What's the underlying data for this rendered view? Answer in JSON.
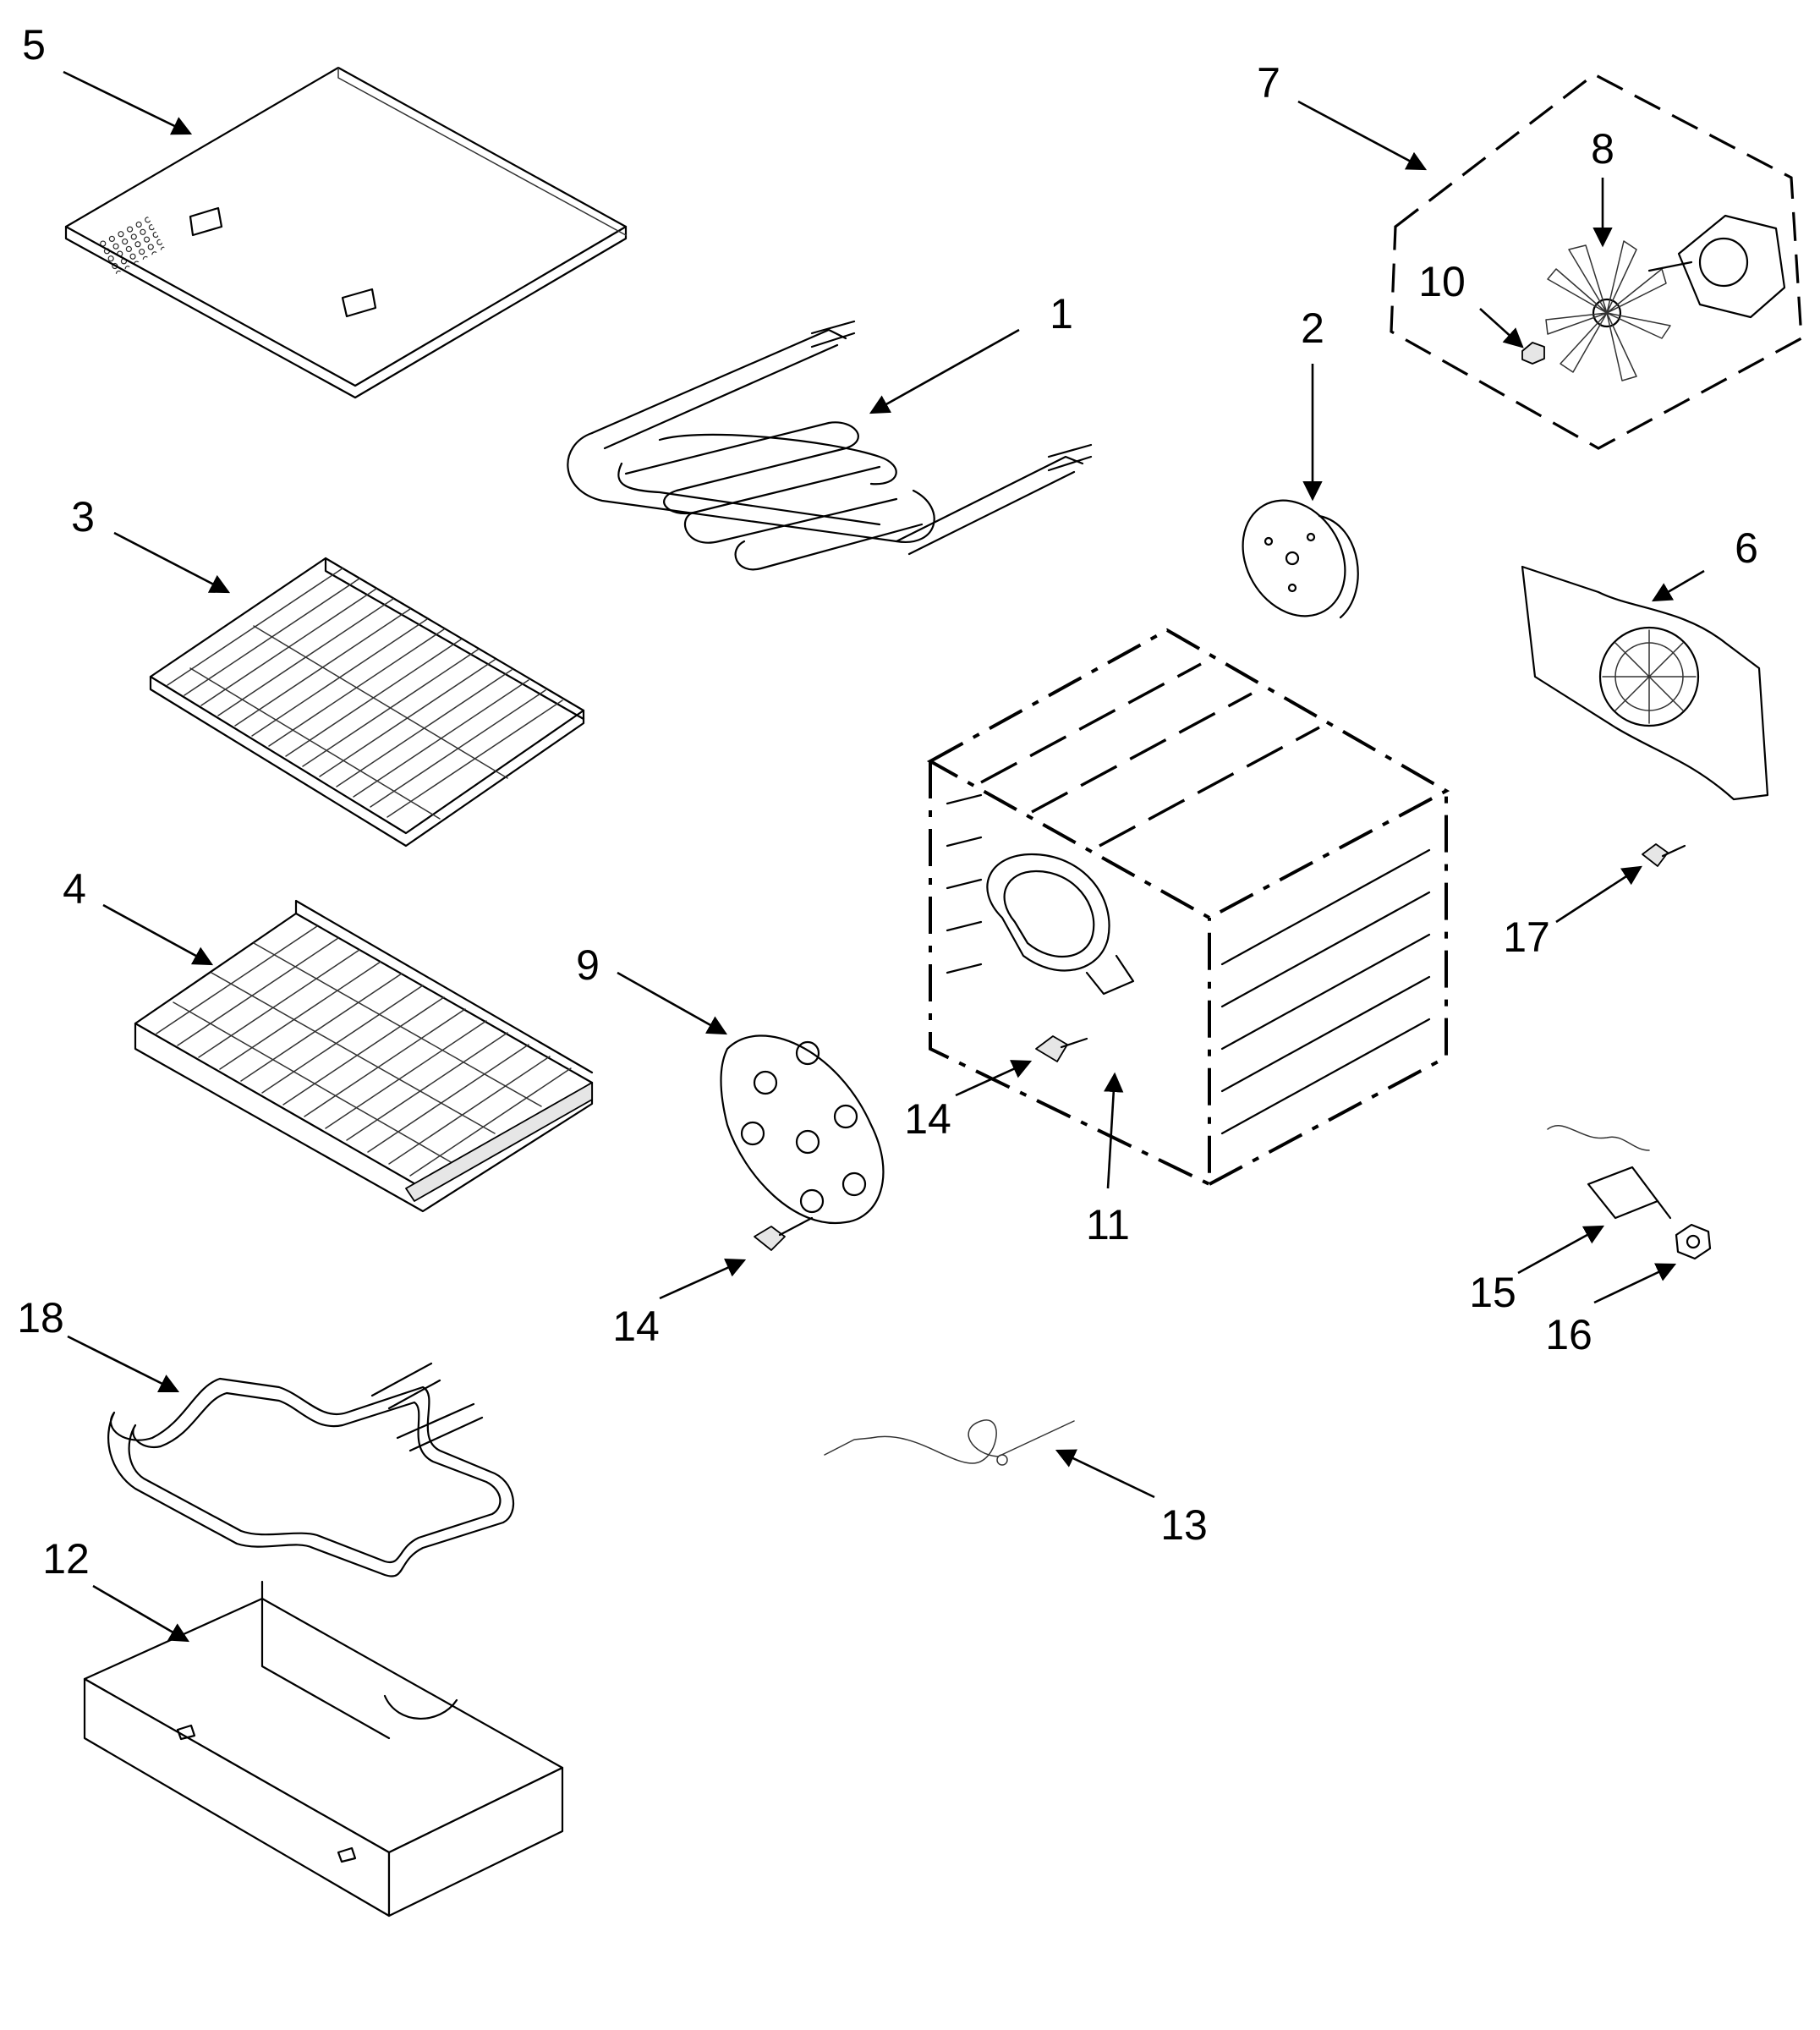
{
  "callouts": [
    {
      "id": "1",
      "text": "1"
    },
    {
      "id": "2",
      "text": "2"
    },
    {
      "id": "3",
      "text": "3"
    },
    {
      "id": "4",
      "text": "4"
    },
    {
      "id": "5",
      "text": "5"
    },
    {
      "id": "6",
      "text": "6"
    },
    {
      "id": "7",
      "text": "7"
    },
    {
      "id": "8",
      "text": "8"
    },
    {
      "id": "9",
      "text": "9"
    },
    {
      "id": "10",
      "text": "10"
    },
    {
      "id": "11",
      "text": "11"
    },
    {
      "id": "12",
      "text": "12"
    },
    {
      "id": "13",
      "text": "13"
    },
    {
      "id": "14a",
      "text": "14"
    },
    {
      "id": "14b",
      "text": "14"
    },
    {
      "id": "15",
      "text": "15"
    },
    {
      "id": "16",
      "text": "16"
    },
    {
      "id": "17",
      "text": "17"
    },
    {
      "id": "18",
      "text": "18"
    }
  ]
}
